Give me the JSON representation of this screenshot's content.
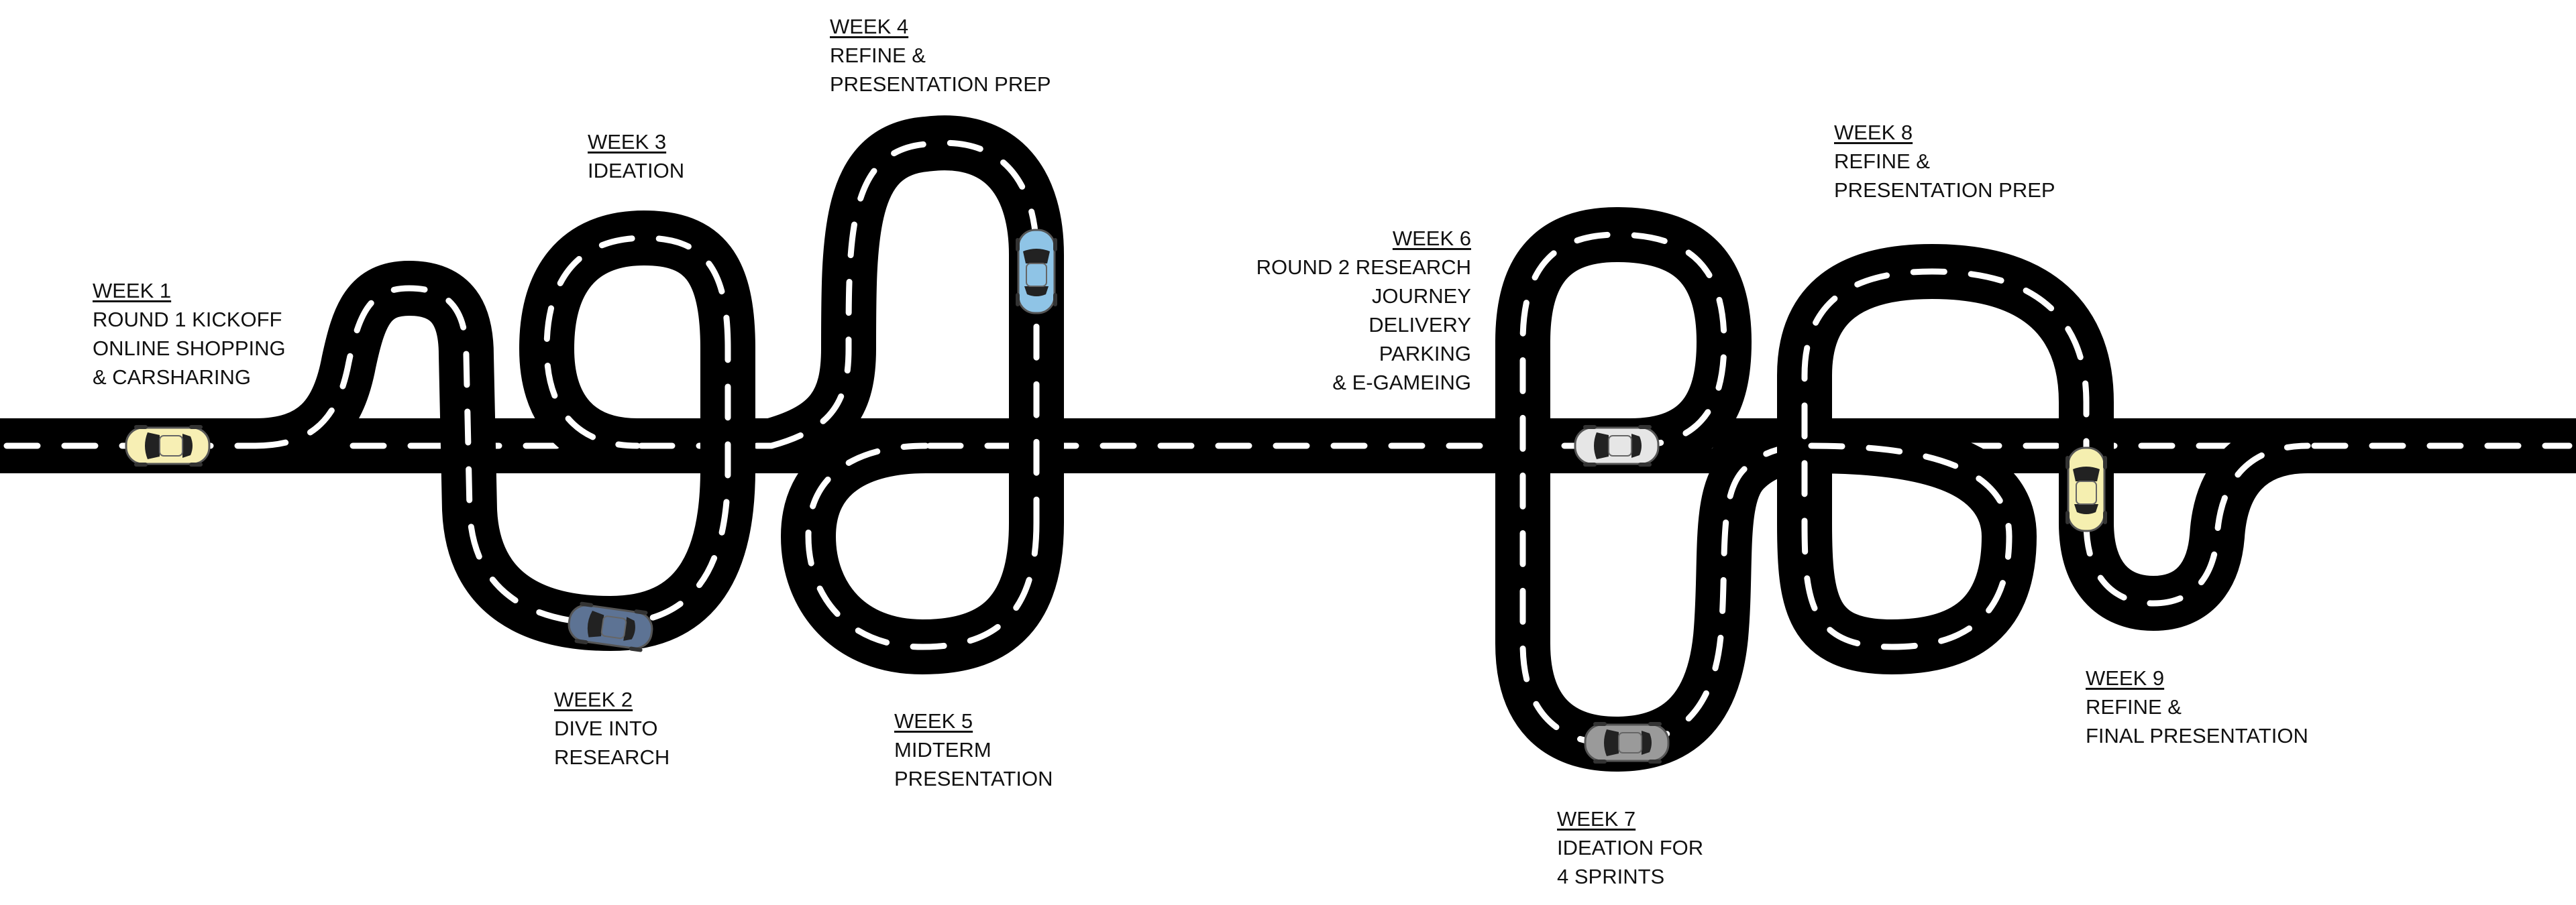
{
  "milestones": [
    {
      "week": "WEEK 1",
      "lines": [
        "ROUND 1 KICKOFF",
        "ONLINE SHOPPING",
        "& CARSHARING"
      ]
    },
    {
      "week": "WEEK 2",
      "lines": [
        "DIVE INTO",
        "RESEARCH"
      ]
    },
    {
      "week": "WEEK 3",
      "lines": [
        "IDEATION"
      ]
    },
    {
      "week": "WEEK 4",
      "lines": [
        "REFINE &",
        "PRESENTATION PREP"
      ]
    },
    {
      "week": "WEEK 5",
      "lines": [
        "MIDTERM",
        "PRESENTATION"
      ]
    },
    {
      "week": "WEEK 6",
      "lines": [
        "ROUND 2 RESEARCH",
        "JOURNEY",
        "DELIVERY",
        "PARKING",
        "& E-GAMEING"
      ]
    },
    {
      "week": "WEEK 7",
      "lines": [
        "IDEATION FOR",
        "4 SPRINTS"
      ]
    },
    {
      "week": "WEEK 8",
      "lines": [
        "REFINE &",
        "PRESENTATION PREP"
      ]
    },
    {
      "week": "WEEK 9",
      "lines": [
        "REFINE &",
        "FINAL PRESENTATION"
      ]
    }
  ],
  "colors": {
    "road": "#000000",
    "lane_marking": "#ffffff",
    "car_cream": "#f7efb4",
    "car_blue_gray": "#5d7394",
    "car_sky_blue": "#8fc4e6",
    "car_light_gray": "#e6e6e6",
    "car_gray": "#9a9a9a",
    "car_pale_yellow": "#f5efb0"
  }
}
